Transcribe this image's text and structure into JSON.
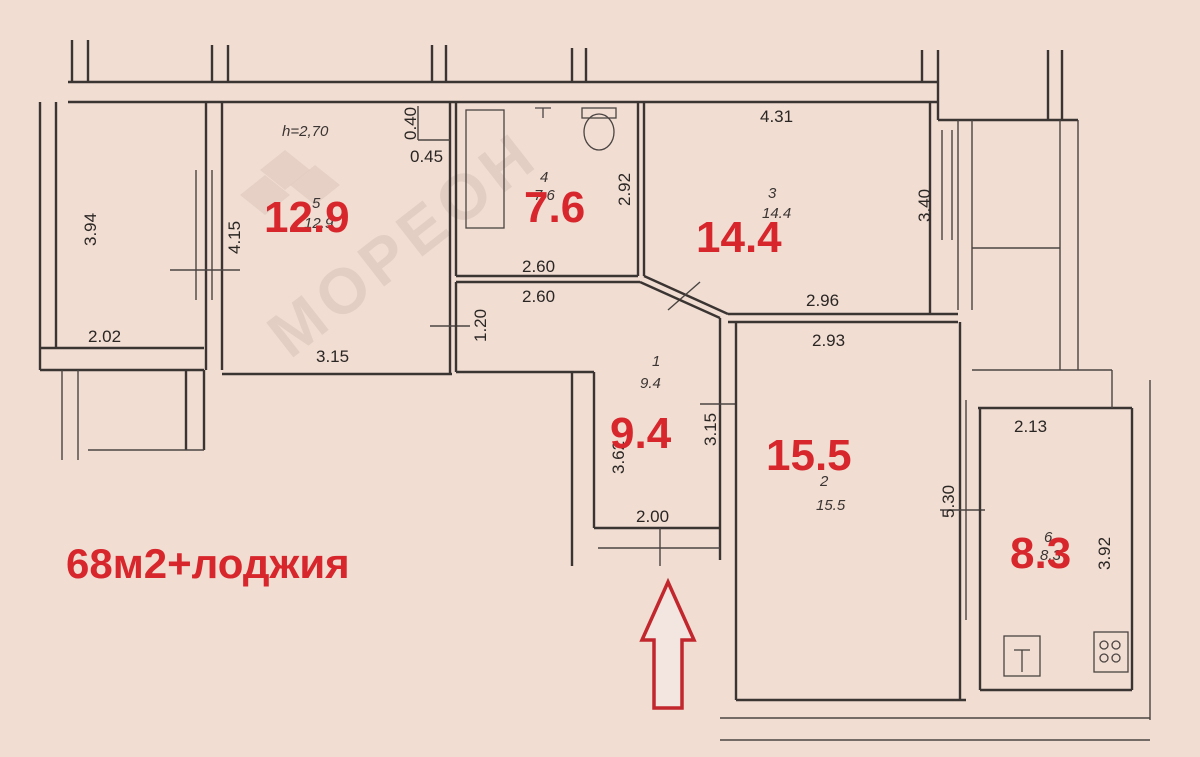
{
  "title": "68м2+лоджия",
  "watermark": "МОРЕОН",
  "ceiling_height": "h=2,70",
  "rooms": [
    {
      "id": "room-5",
      "number": "5",
      "area": "12.9",
      "area_small": "12.9"
    },
    {
      "id": "room-4",
      "number": "4",
      "area": "7.6",
      "area_small": "7.6"
    },
    {
      "id": "room-3",
      "number": "3",
      "area": "14.4",
      "area_small": "14.4"
    },
    {
      "id": "room-1",
      "number": "1",
      "area": "9.4",
      "area_small": "9.4"
    },
    {
      "id": "room-2",
      "number": "2",
      "area": "15.5",
      "area_small": "15.5"
    },
    {
      "id": "room-6",
      "number": "6",
      "area": "8.3",
      "area_small": "8.3"
    }
  ],
  "dimensions": {
    "d394": "3.94",
    "d202": "2.02",
    "d415": "4.15",
    "d315a": "3.15",
    "d040": "0.40",
    "d045": "0.45",
    "d120": "1.20",
    "d292": "2.92",
    "d260a": "2.60",
    "d260b": "2.60",
    "d431": "4.31",
    "d340": "3.40",
    "d296": "2.96",
    "d293": "2.93",
    "d315b": "3.15",
    "d362": "3.62",
    "d200": "2.00",
    "d530": "5.30",
    "d213": "2.13",
    "d392": "3.92"
  },
  "colors": {
    "accent": "#d7262c",
    "paper": "#f1ddd2",
    "line": "#3a3432"
  }
}
